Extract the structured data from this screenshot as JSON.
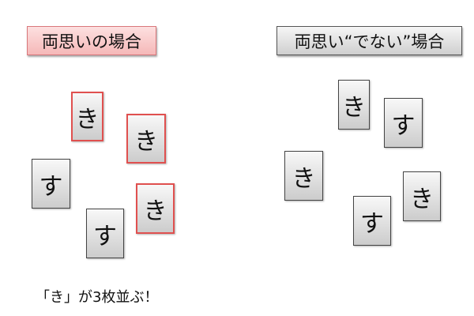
{
  "left_panel": {
    "title": "両思いの場合",
    "cards": [
      {
        "char": "き",
        "highlighted": true
      },
      {
        "char": "き",
        "highlighted": true
      },
      {
        "char": "す",
        "highlighted": false
      },
      {
        "char": "き",
        "highlighted": true
      },
      {
        "char": "す",
        "highlighted": false
      }
    ],
    "caption": "「き」が3枚並ぶ！"
  },
  "right_panel": {
    "title": "両思い“でない”場合",
    "cards": [
      {
        "char": "き",
        "highlighted": false
      },
      {
        "char": "す",
        "highlighted": false
      },
      {
        "char": "き",
        "highlighted": false
      },
      {
        "char": "す",
        "highlighted": false
      },
      {
        "char": "き",
        "highlighted": false
      }
    ]
  },
  "colors": {
    "highlight_border": "#e0504f",
    "highlight_fill": "#f5b8b8"
  }
}
